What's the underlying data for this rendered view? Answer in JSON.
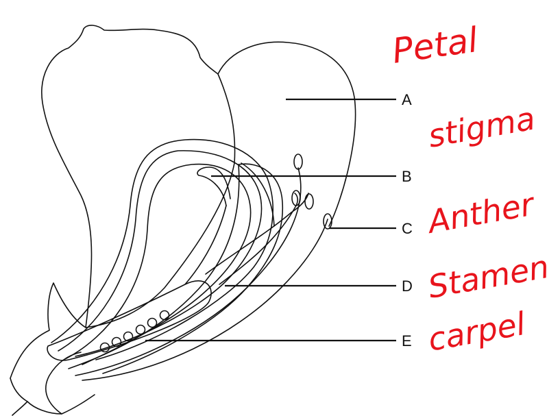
{
  "labels": {
    "a": "A",
    "b": "B",
    "c": "C",
    "d": "D",
    "e": "E"
  },
  "answers": {
    "a": "Petal",
    "b": "stigma",
    "c": "Anther",
    "d": "Stamen",
    "e": "carpel"
  },
  "colors": {
    "line": "#111111",
    "handwriting": "#e8141c"
  }
}
